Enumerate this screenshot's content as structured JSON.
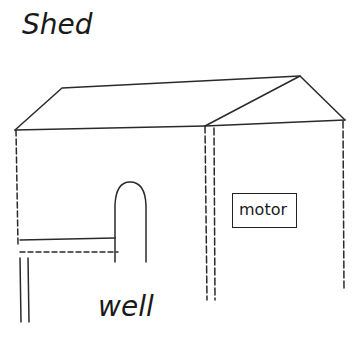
{
  "diagram": {
    "title": "Shed",
    "nodes": [
      {
        "text": [
          "motor"
        ]
      }
    ],
    "labels": [
      "well"
    ]
  }
}
